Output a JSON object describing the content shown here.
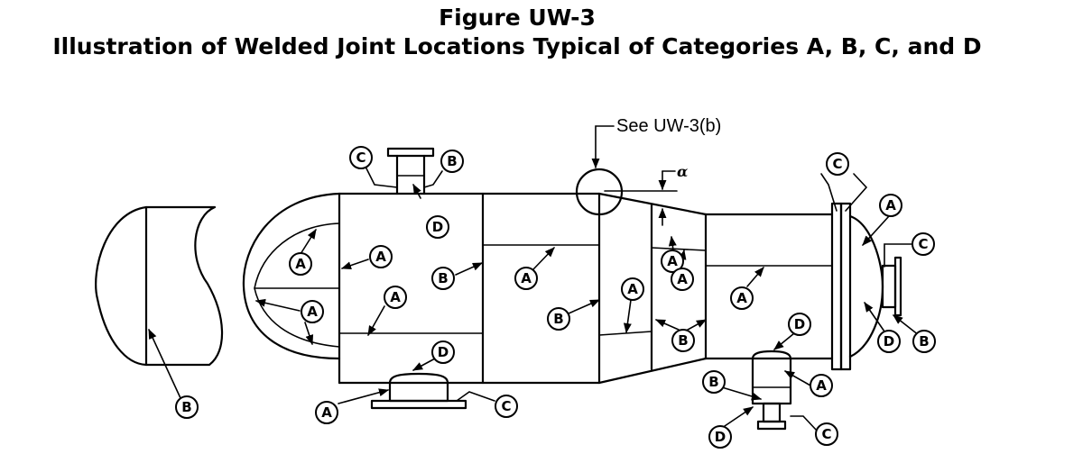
{
  "figure": {
    "title": "Figure UW-3",
    "caption": "Illustration of Welded Joint Locations Typical of Categories A, B, C, and D"
  },
  "annotations": {
    "reference_note": "See UW-3(b)",
    "angle_symbol": "α"
  },
  "labels": {
    "a": "A",
    "b": "B",
    "c": "C",
    "d": "D"
  }
}
